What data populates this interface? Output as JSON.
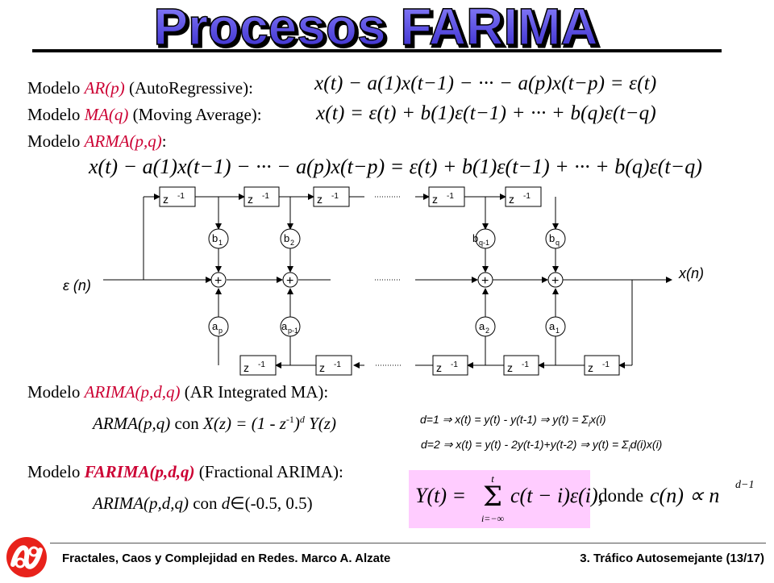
{
  "title": "Procesos FARIMA",
  "models": {
    "ar": {
      "prefix": "Modelo ",
      "name": "AR(p)",
      "desc": " (AutoRegressive):"
    },
    "ma": {
      "prefix": "Modelo ",
      "name": "MA(q)",
      "desc": " (Moving Average):"
    },
    "arma": {
      "prefix": "Modelo ",
      "name": "ARMA(p,q)",
      "desc": ":"
    },
    "arima": {
      "prefix": "Modelo ",
      "name": "ARIMA(p,d,q)",
      "desc": " (AR Integrated MA):"
    },
    "farima": {
      "prefix": "Modelo ",
      "name": "FARIMA(p,d,q)",
      "desc": " (Fractional ARIMA):"
    }
  },
  "equations": {
    "ar": "x(t) − a(1)x(t−1) − ··· − a(p)x(t−p) = ε(t)",
    "ma": "x(t) = ε(t) + b(1)ε(t−1) + ··· + b(q)ε(t−q)",
    "arma": "x(t) − a(1)x(t−1) − ··· − a(p)x(t−p) = ε(t) + b(1)ε(t−1) + ··· + b(q)ε(t−q)"
  },
  "diagram": {
    "input_label": "ε (n)",
    "output_label": "x(n)",
    "delay": "z",
    "delay_exp": "-1",
    "b_coeffs": [
      {
        "base": "b",
        "sub": "1"
      },
      {
        "base": "b",
        "sub": "2"
      },
      {
        "base": "b",
        "sub": "q-1"
      },
      {
        "base": "b",
        "sub": "q"
      }
    ],
    "a_coeffs": [
      {
        "base": "a",
        "sub": "p"
      },
      {
        "base": "a",
        "sub": "p-1"
      },
      {
        "base": "a",
        "sub": "2"
      },
      {
        "base": "a",
        "sub": "1"
      }
    ],
    "adder": "+"
  },
  "arima_text": {
    "lead": "ARMA(p,q)",
    "con": " con ",
    "formula_pre": "X(z) = (1 - z",
    "formula_exp": "-1",
    "formula_mid": ")",
    "formula_d": "d",
    "formula_post": " Y(z)"
  },
  "d_cases": {
    "d1": {
      "pre": "d=1 ",
      "arrow": "⇒",
      "mid": " x(t) = y(t) - y(t-1) ",
      "arrow2": "⇒",
      "post": " y(t) = Σ",
      "sub": "i",
      "end": "x(i)"
    },
    "d2": {
      "pre": "d=2 ",
      "arrow": "⇒",
      "mid": " x(t) = y(t) - 2y(t-1)+y(t-2) ",
      "arrow2": "⇒",
      "post": " y(t) = Σ",
      "sub": "i",
      "end": "d(i)x(i)"
    }
  },
  "farima_text": {
    "lead": "ARIMA(p,d,q)",
    "con": " con ",
    "d": "d",
    "in": "∈",
    "range": "(-0.5, 0.5)"
  },
  "farima_formula": {
    "lhs": "Y(t) =",
    "sum_top": "t",
    "sum_bottom": "i=−∞",
    "sum_symbol": "Σ",
    "body": "c(t − i)ε(i),",
    "donde": "donde",
    "rel": "c(n) ∝ n",
    "exp": "d−1"
  },
  "footer": {
    "left": "Fractales, Caos y Complejidad en Redes. Marco A. Alzate",
    "right": "3. Tráfico Autosemejante  (13/17)"
  },
  "colors": {
    "title_fill": "#4b3fd6",
    "accent": "#cc0033",
    "pink": "#ffccff",
    "logo": "#e8221b"
  }
}
